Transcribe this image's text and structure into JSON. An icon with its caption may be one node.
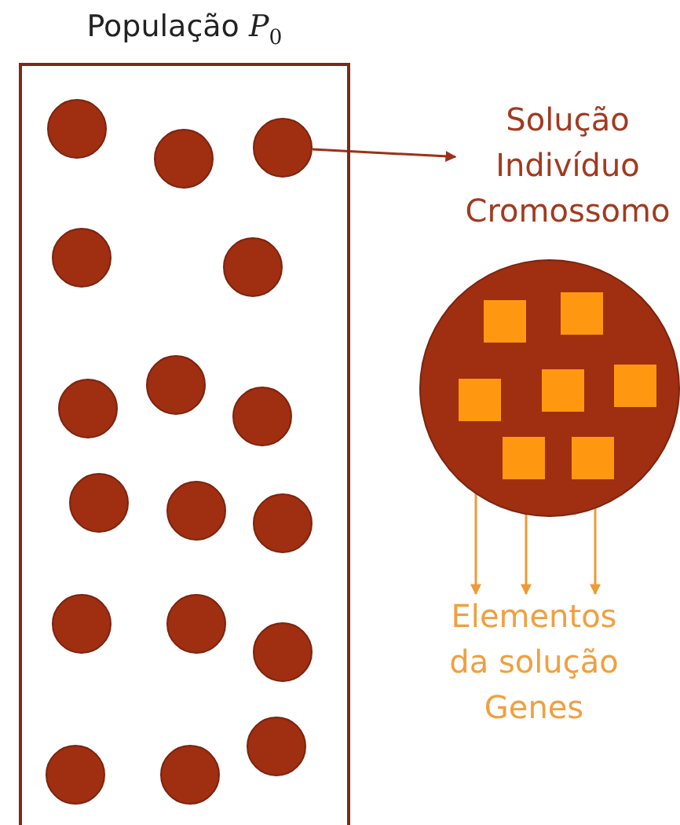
{
  "diagram": {
    "nodes": [
      {
        "text": [
          "População *P*$_{0}$"
        ]
      },
      {
        "text": [],
        "shape": "circle",
        "in": 0
      },
      {
        "text": [],
        "shape": "circle",
        "in": 0
      },
      {
        "text": [],
        "shape": "circle",
        "in": 0
      },
      {
        "text": [],
        "shape": "circle",
        "in": 0
      },
      {
        "text": [],
        "shape": "circle",
        "in": 0
      },
      {
        "text": [],
        "shape": "circle",
        "in": 0
      },
      {
        "text": [],
        "shape": "circle",
        "in": 0
      },
      {
        "text": [],
        "shape": "circle",
        "in": 0
      },
      {
        "text": [],
        "shape": "circle",
        "in": 0
      },
      {
        "text": [],
        "shape": "circle",
        "in": 0
      },
      {
        "text": [],
        "shape": "circle",
        "in": 0
      },
      {
        "text": [],
        "shape": "circle",
        "in": 0
      },
      {
        "text": [],
        "shape": "circle",
        "in": 0
      },
      {
        "text": [],
        "shape": "circle",
        "in": 0
      },
      {
        "text": [],
        "shape": "circle",
        "in": 0
      },
      {
        "text": [],
        "shape": "circle",
        "in": 0
      },
      {
        "text": [],
        "shape": "circle",
        "in": 0
      },
      {
        "text": [
          "Solução Indivíduo Cromossomo"
        ]
      },
      {
        "text": [],
        "shape": "circle"
      },
      {
        "text": [],
        "shape": "box",
        "in": 19
      },
      {
        "text": [],
        "shape": "box",
        "in": 19
      },
      {
        "text": [],
        "shape": "box",
        "in": 19
      },
      {
        "text": [],
        "shape": "box",
        "in": 19
      },
      {
        "text": [],
        "shape": "box",
        "in": 19
      },
      {
        "text": [],
        "shape": "box",
        "in": 19
      },
      {
        "text": [],
        "shape": "box",
        "in": 19
      },
      {
        "text": [
          "Elementos da solução Genes"
        ]
      }
    ],
    "edges": [
      {
        "from": 3,
        "to": 18,
        "arrow": "to",
        "color": "#9c3118"
      },
      {
        "from": 22,
        "to": 27,
        "arrow": "to"
      },
      {
        "from": 25,
        "to": 27,
        "arrow": "to"
      },
      {
        "from": 26,
        "to": 27,
        "arrow": "to"
      }
    ]
  }
}
